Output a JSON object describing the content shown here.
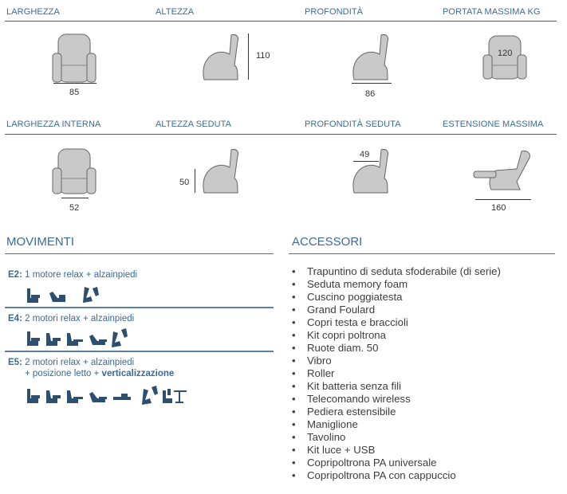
{
  "dimensions": {
    "row1": [
      {
        "label": "LARGHEZZA",
        "value": "85"
      },
      {
        "label": "ALTEZZA",
        "value": "110"
      },
      {
        "label": "PROFONDITÀ",
        "value": "86"
      },
      {
        "label": "PORTATA MASSIMA KG",
        "value": "120"
      }
    ],
    "row2": [
      {
        "label": "LARGHEZZA INTERNA",
        "value": "52"
      },
      {
        "label": "ALTEZZA SEDUTA",
        "value": "50"
      },
      {
        "label": "PROFONDITÀ SEDUTA",
        "value": "49"
      },
      {
        "label": "ESTENSIONE MASSIMA",
        "value": "160"
      }
    ]
  },
  "movimenti": {
    "title": "MOVIMENTI",
    "items": [
      {
        "code": "E2:",
        "text": "1 motore relax + alzainpiedi"
      },
      {
        "code": "E4:",
        "text": "2 motori relax + alzainpiedi"
      },
      {
        "code": "E5:",
        "text": "2 motori relax + alzainpiedi",
        "text2_prefix": "+ posizione letto + ",
        "text2_bold": "verticalizzazione"
      }
    ]
  },
  "accessori": {
    "title": "ACCESSORI",
    "bullet": "•",
    "items": [
      "Trapuntino di seduta sfoderabile (di serie)",
      "Seduta memory foam",
      "Cuscino poggiatesta",
      "Grand Foulard",
      "Copri testa e braccioli",
      "Kit copri poltrona",
      "Ruote diam. 50",
      "Vibro",
      "Roller",
      "Kit batteria senza fili",
      "Telecomando wireless",
      "Pediera estensibile",
      "Maniglione",
      "Tavolino",
      "Kit luce + USB",
      "Copripoltrona PA universale",
      "Copripoltrona PA con cappuccio"
    ]
  },
  "colors": {
    "accent": "#3d6a93",
    "chair_fill": "#c9c9c9",
    "chair_stroke": "#666666",
    "icon_blue": "#2f4f6f"
  }
}
